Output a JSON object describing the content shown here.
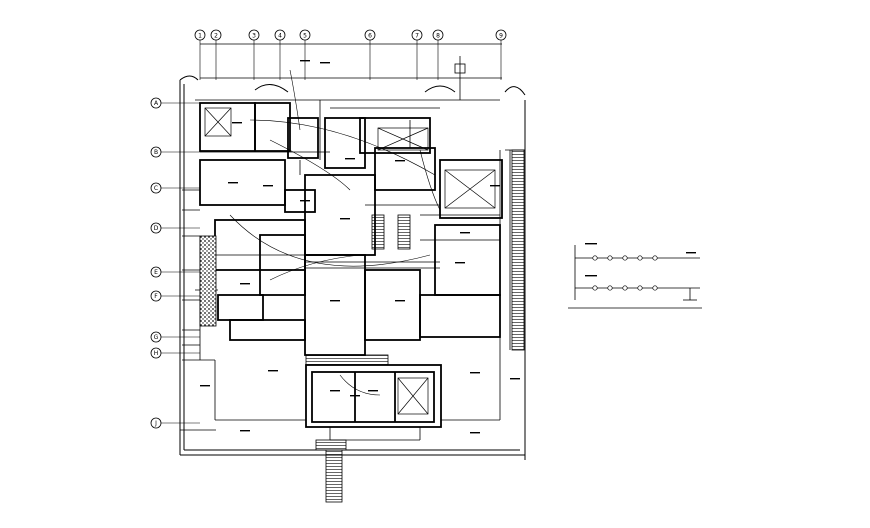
{
  "drawing": {
    "colors": {
      "background": "#ffffff",
      "line": "#000000",
      "hatch": "#111111"
    },
    "grid_columns": [
      "1",
      "2",
      "3",
      "4",
      "5",
      "6",
      "7",
      "8",
      "9"
    ],
    "grid_rows": [
      "A",
      "B",
      "C",
      "D",
      "E",
      "F",
      "G",
      "H",
      "J"
    ],
    "riser_diagram_visible": true
  }
}
